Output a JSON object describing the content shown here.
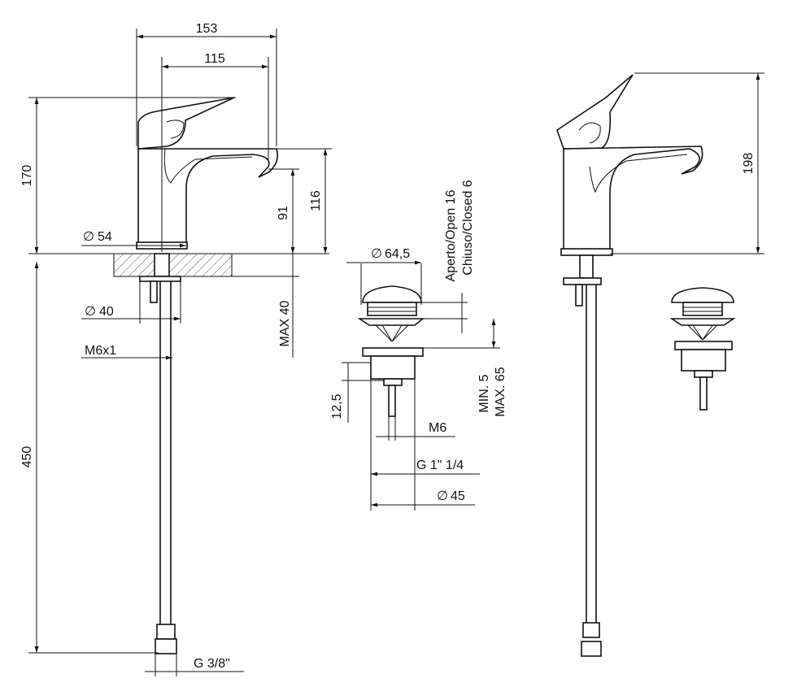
{
  "dimensions": {
    "width_overall": "153",
    "spout_reach": "115",
    "height_total": "170",
    "spout_height_top": "116",
    "spout_height_outlet": "91",
    "base_diameter": "54",
    "max_deck": "MAX 40",
    "hole_diameter": "40",
    "thread_rod": "M6x1",
    "hose_length": "450",
    "hose_connection": "G 3/8\"",
    "height_side": "198"
  },
  "waste": {
    "cap_diameter": "64,5",
    "open_label": "Aperto/Open 16",
    "closed_label": "Chiuso/Closed 6",
    "min_label": "MIN. 5",
    "max_label": "MAX. 65",
    "stem_length": "12,5",
    "stem_thread": "M6",
    "body_thread": "G 1\" 1/4",
    "body_diameter": "45"
  },
  "symbols": {
    "diameter": "∅"
  }
}
